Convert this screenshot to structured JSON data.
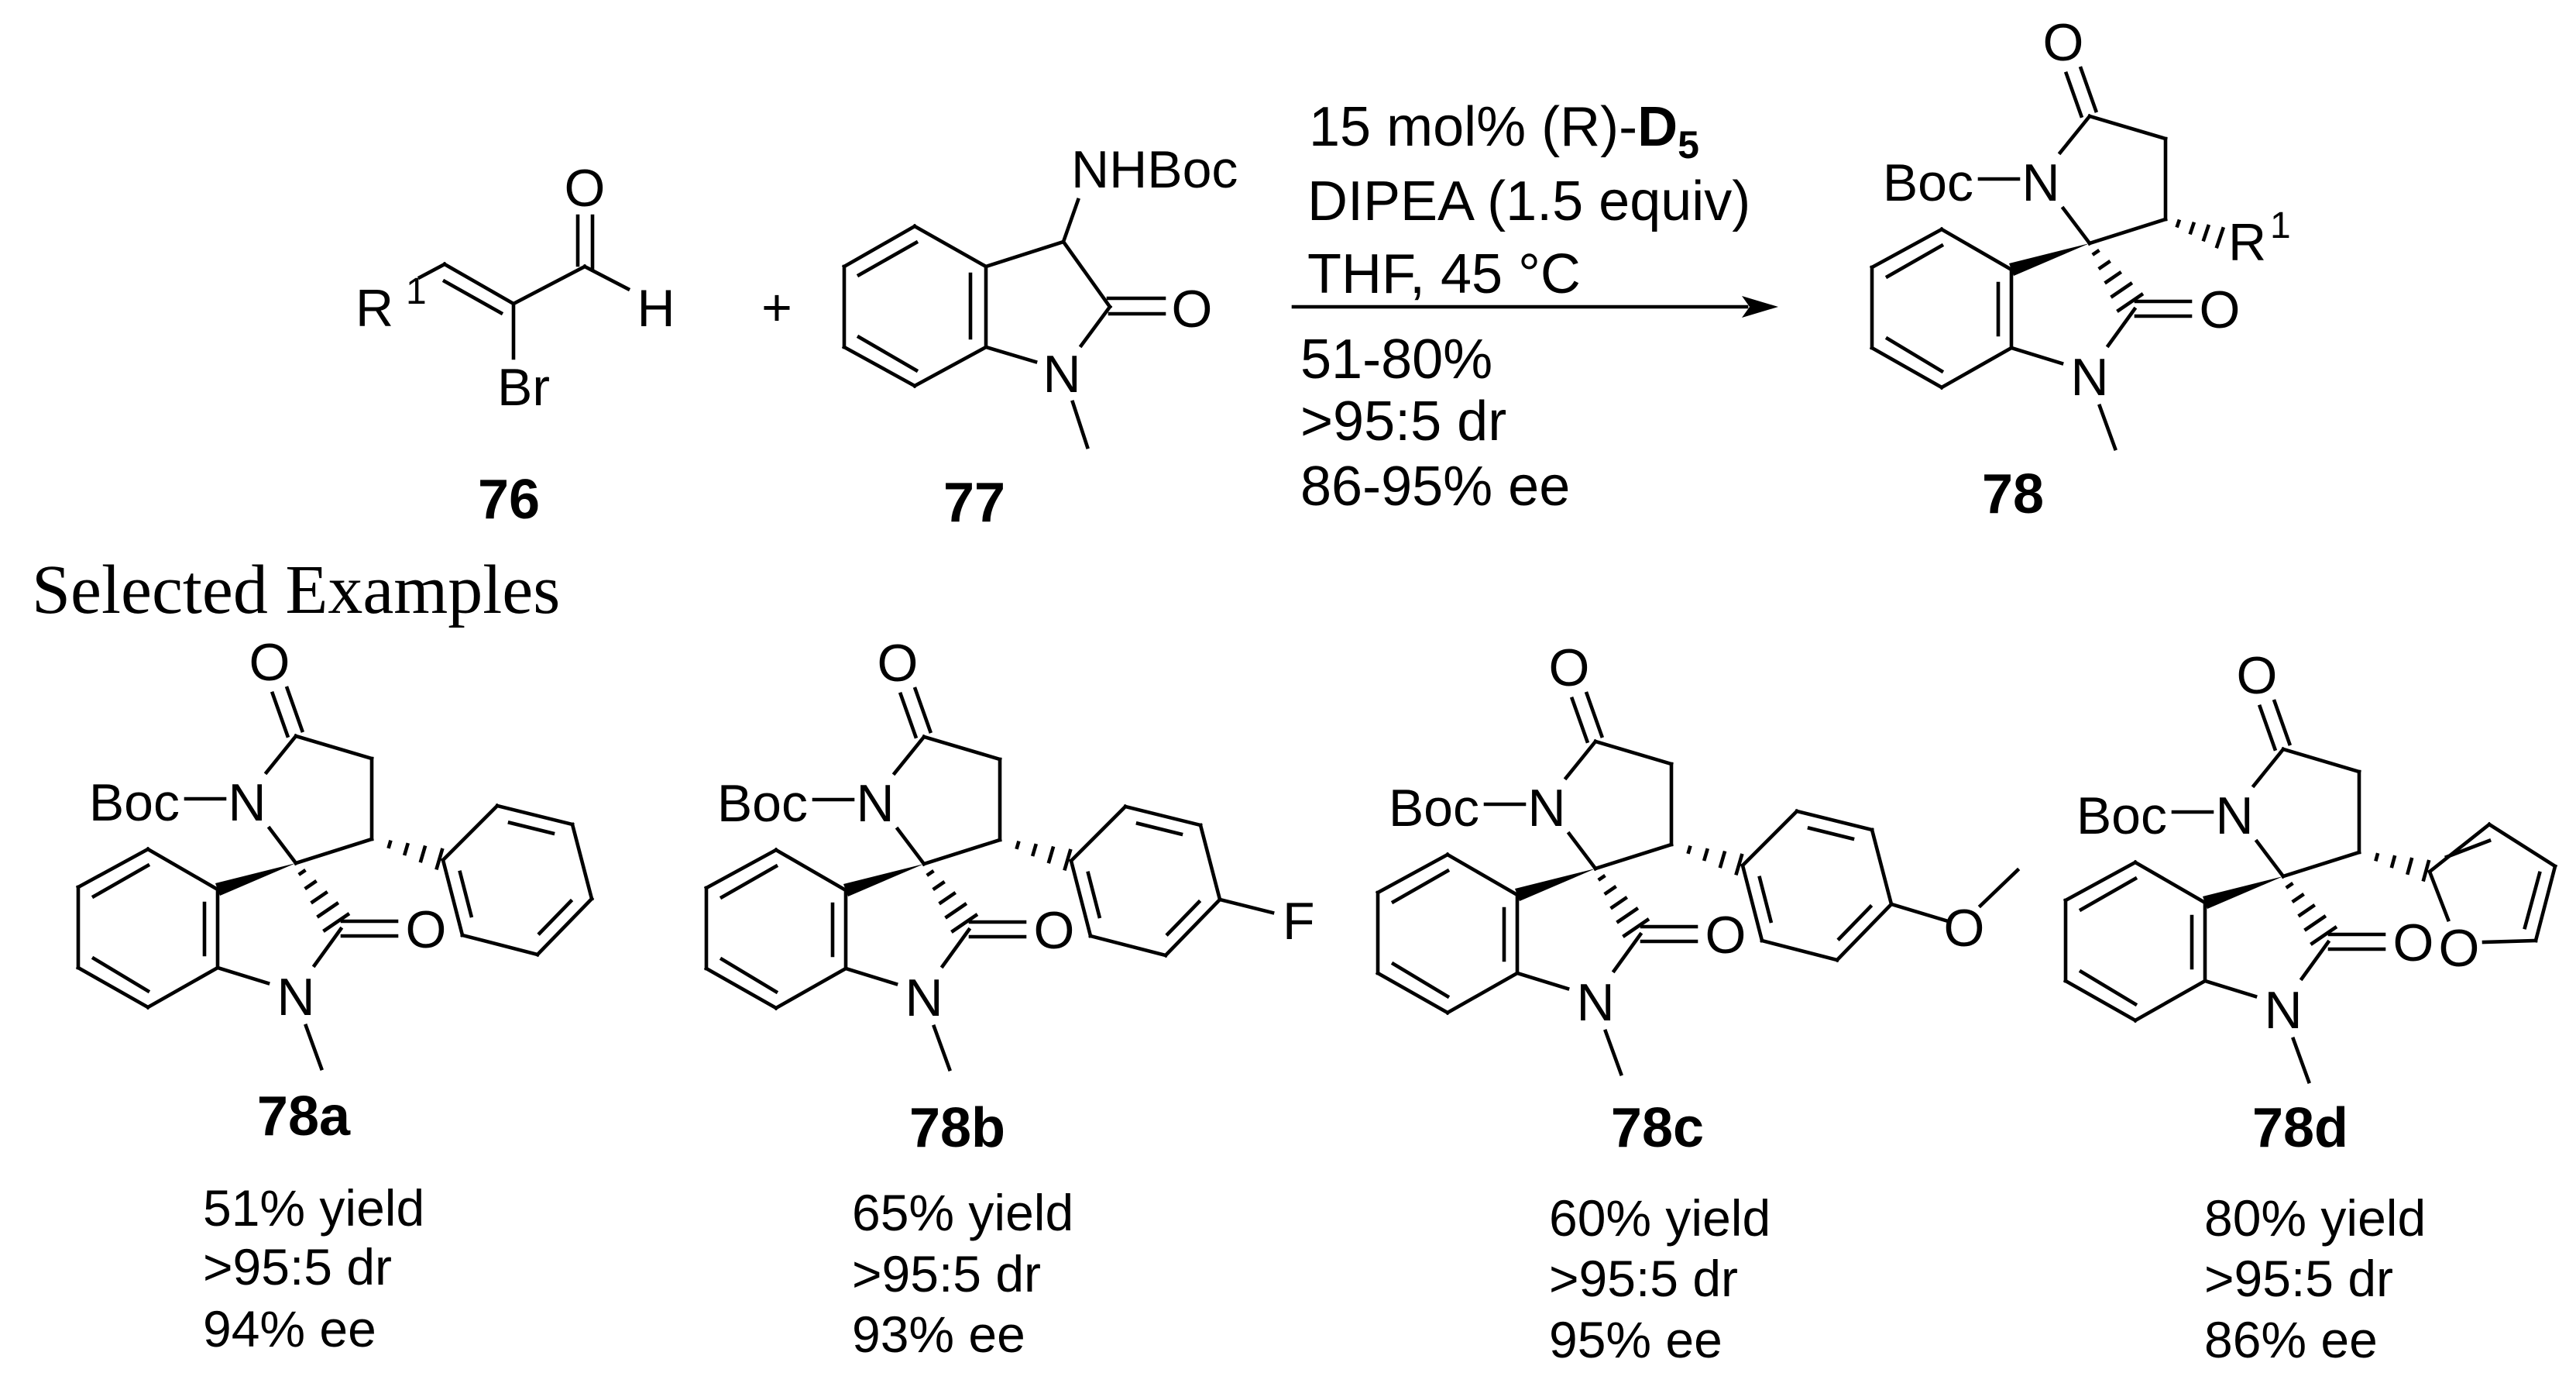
{
  "scheme": {
    "reactant_1": {
      "label": "76",
      "atoms": {
        "R": "R",
        "R_sup": "1",
        "O": "O",
        "H": "H",
        "Br": "Br"
      }
    },
    "plus": "+",
    "reactant_2": {
      "label": "77",
      "atoms": {
        "NHBoc": "NHBoc",
        "O": "O",
        "N": "N"
      }
    },
    "conditions_above": {
      "line1_prefix": "15 mol% (R)-",
      "line1_catalyst": "D",
      "line1_catalyst_sub": "5",
      "line2": "DIPEA (1.5 equiv)",
      "line3": "THF, 45 °C"
    },
    "conditions_below": [
      "51-80%",
      ">95:5 dr",
      "86-95% ee"
    ],
    "product": {
      "label": "78",
      "atoms": {
        "Boc": "Boc",
        "N1": "N",
        "O1": "O",
        "N2": "N",
        "O2": "O",
        "R": "R",
        "R_sup": "1"
      }
    }
  },
  "section_title": "Selected Examples",
  "core_atoms": {
    "Boc": "Boc",
    "N1": "N",
    "O1": "O",
    "N2": "N",
    "O2": "O"
  },
  "examples": [
    {
      "label": "78a",
      "substituent_atom": "",
      "yield": "51% yield",
      "dr": ">95:5 dr",
      "ee": "94% ee"
    },
    {
      "label": "78b",
      "substituent_atom": "F",
      "yield": "65% yield",
      "dr": ">95:5 dr",
      "ee": "93% ee"
    },
    {
      "label": "78c",
      "substituent_atom": "O",
      "yield": "60% yield",
      "dr": ">95:5 dr",
      "ee": "95% ee"
    },
    {
      "label": "78d",
      "substituent_atom": "O",
      "yield": "80% yield",
      "dr": ">95:5 dr",
      "ee": "86% ee"
    }
  ]
}
